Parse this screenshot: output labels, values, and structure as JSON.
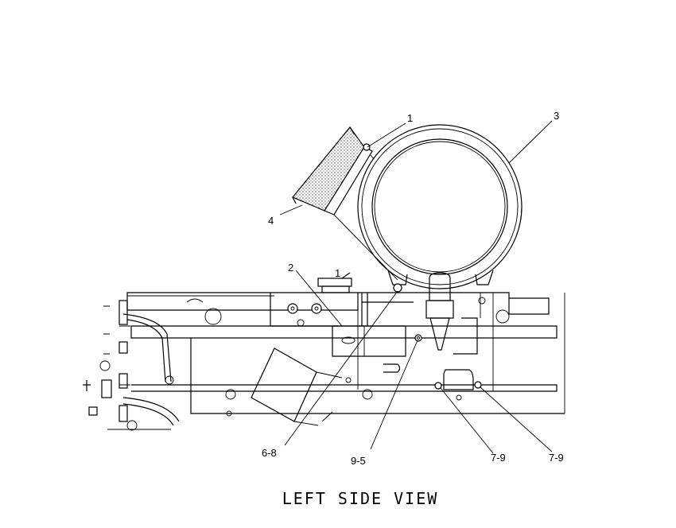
{
  "view_title": "LEFT SIDE VIEW",
  "callouts": [
    {
      "id": "c1",
      "label": "1"
    },
    {
      "id": "c2",
      "label": "2"
    },
    {
      "id": "c3",
      "label": "3"
    },
    {
      "id": "c4",
      "label": "4"
    },
    {
      "id": "c68",
      "label": "6-8"
    },
    {
      "id": "c95",
      "label": "9-5"
    },
    {
      "id": "c79a",
      "label": "7-9"
    },
    {
      "id": "c79b",
      "label": "7-9"
    }
  ],
  "pulley_label": "1"
}
